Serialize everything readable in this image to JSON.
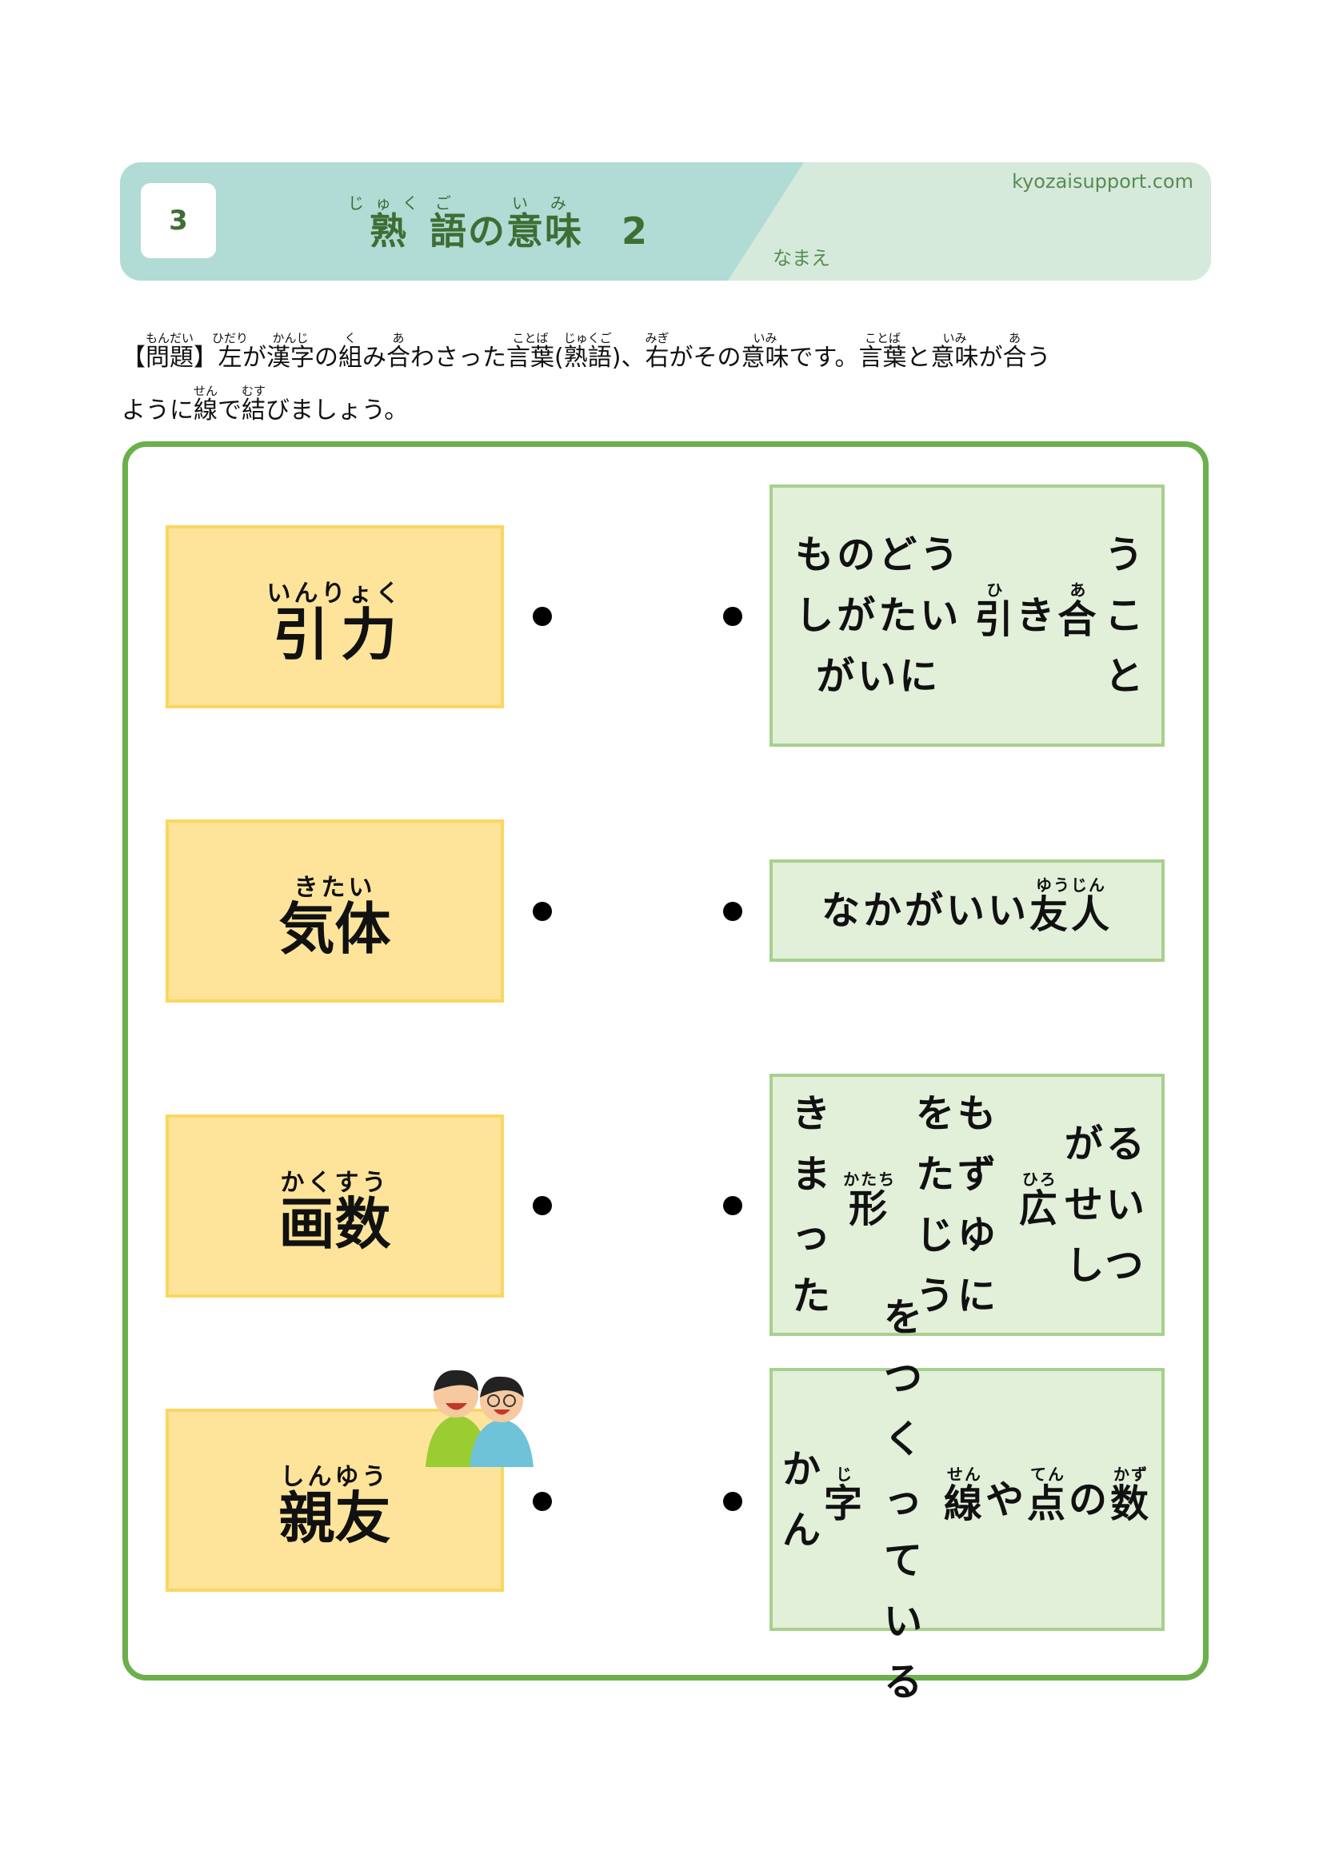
{
  "header": {
    "number": "3",
    "title": [
      [
        "熟",
        "じゅく"
      ],
      [
        "語",
        "ご"
      ],
      [
        "の",
        ""
      ],
      [
        "意",
        "い"
      ],
      [
        "味",
        "み"
      ],
      [
        "　2",
        ""
      ]
    ],
    "site": "kyozaisupport.com",
    "name_label": "なまえ"
  },
  "instruction": {
    "line1": [
      [
        "【",
        ""
      ],
      [
        "問題",
        "もんだい"
      ],
      [
        "】",
        ""
      ],
      [
        "左",
        "ひだり"
      ],
      [
        "が",
        ""
      ],
      [
        "漢字",
        "かんじ"
      ],
      [
        "の",
        ""
      ],
      [
        "組",
        "く"
      ],
      [
        "み",
        ""
      ],
      [
        "合",
        "あ"
      ],
      [
        "わさった",
        ""
      ],
      [
        "言葉",
        "ことば"
      ],
      [
        "(",
        ""
      ],
      [
        "熟語",
        "じゅくご"
      ],
      [
        ")、",
        ""
      ],
      [
        "右",
        "みぎ"
      ],
      [
        "がその",
        ""
      ],
      [
        "意味",
        "いみ"
      ],
      [
        "です。",
        ""
      ],
      [
        "言葉",
        "ことば"
      ],
      [
        "と",
        ""
      ],
      [
        "意味",
        "いみ"
      ],
      [
        "が",
        ""
      ],
      [
        "合",
        "あ"
      ],
      [
        "う",
        ""
      ]
    ],
    "line2": [
      [
        "ように",
        ""
      ],
      [
        "線",
        "せん"
      ],
      [
        "で",
        ""
      ],
      [
        "結",
        "むす"
      ],
      [
        "びましょう。",
        ""
      ]
    ]
  },
  "words": [
    [
      [
        "引力",
        "いんりょく"
      ]
    ],
    [
      [
        "気体",
        "きたい"
      ]
    ],
    [
      [
        "画数",
        "かくすう"
      ]
    ],
    [
      [
        "親友",
        "しんゆう"
      ]
    ]
  ],
  "meanings": [
    [
      [
        "ものどうしがたいがいに",
        ""
      ],
      [
        "引",
        "ひ"
      ],
      [
        "き",
        ""
      ],
      [
        "合",
        "あ"
      ],
      [
        "うこと",
        ""
      ]
    ],
    [
      [
        "なかがいい",
        ""
      ],
      [
        "友人",
        "ゆうじん"
      ]
    ],
    [
      [
        "きまった",
        ""
      ],
      [
        "形",
        "かたち"
      ],
      [
        "をもたずじゆうに",
        ""
      ],
      [
        "広",
        "ひろ"
      ],
      [
        "がるせいしつ",
        ""
      ]
    ],
    [
      [
        "かん",
        ""
      ],
      [
        "字",
        "じ"
      ],
      [
        "をつくっている",
        ""
      ],
      [
        "線",
        "せん"
      ],
      [
        "や",
        ""
      ],
      [
        "点",
        "てん"
      ],
      [
        "の",
        ""
      ],
      [
        "数",
        "かず"
      ]
    ]
  ],
  "colors": {
    "accent": "#6ab04c",
    "word_bg": "#fde49a",
    "meaning_bg": "#e2efd9",
    "title": "#3e6e33"
  }
}
